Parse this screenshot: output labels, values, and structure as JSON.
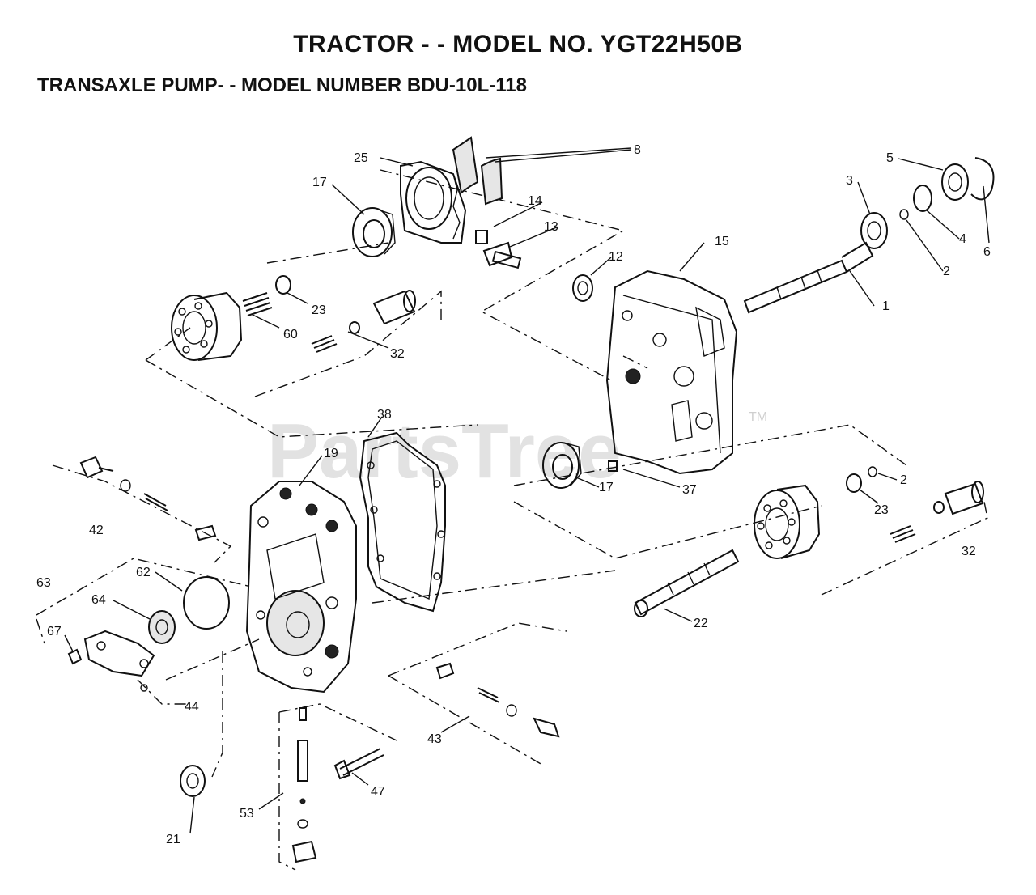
{
  "header": {
    "title": "TRACTOR - - MODEL NO. YGT22H50B",
    "subtitle": "TRANSAXLE PUMP- - MODEL NUMBER BDU-10L-118"
  },
  "watermark": {
    "text": "PartsTree",
    "tm": "TM"
  },
  "callouts": {
    "c1": "1",
    "c2a": "2",
    "c2b": "2",
    "c3": "3",
    "c4": "4",
    "c5": "5",
    "c6": "6",
    "c8": "8",
    "c12": "12",
    "c13": "13",
    "c14": "14",
    "c15": "15",
    "c17a": "17",
    "c17b": "17",
    "c19": "19",
    "c21": "21",
    "c22": "22",
    "c23a": "23",
    "c23b": "23",
    "c25": "25",
    "c32a": "32",
    "c32b": "32",
    "c37": "37",
    "c38": "38",
    "c42": "42",
    "c43": "43",
    "c44": "44",
    "c47": "47",
    "c53": "53",
    "c60": "60",
    "c62": "62",
    "c63": "63",
    "c64": "64",
    "c67": "67"
  }
}
